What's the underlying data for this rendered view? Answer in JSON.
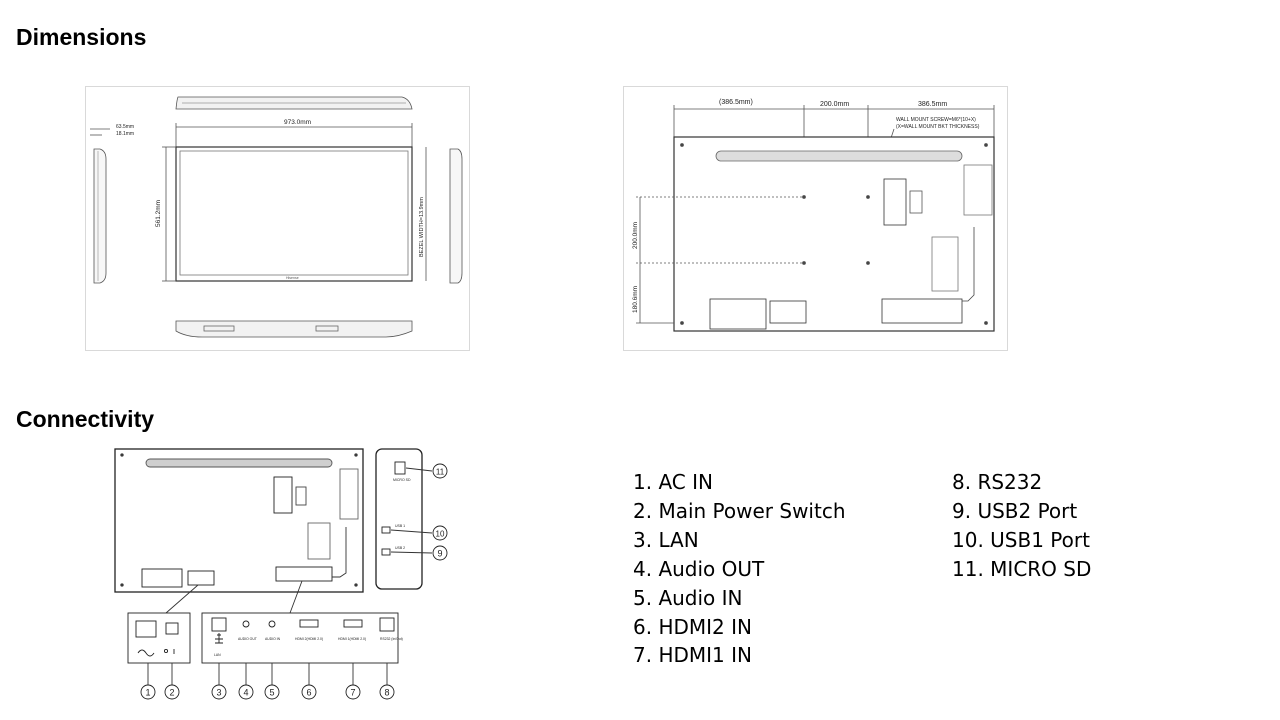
{
  "headings": {
    "dimensions": "Dimensions",
    "connectivity": "Connectivity"
  },
  "front_drawing": {
    "width_label": "973.0mm",
    "height_label": "561.2mm",
    "depth_label_1": "63.5mm",
    "depth_label_2": "18.1mm",
    "bezel_label": "BEZEL WIDTH=13.9mm",
    "logo_text": "Hisense"
  },
  "rear_drawing": {
    "dim_left": "(386.5mm)",
    "dim_mid": "200.0mm",
    "dim_right": "386.5mm",
    "vert_upper": "200.0mm",
    "vert_lower": "180.6mm",
    "note_line_1": "WALL MOUNT SCREW=M6*(10+X)",
    "note_line_2": "(X=WALL MOUNT BKT THICKNESS)"
  },
  "port_panel": {
    "lan": "LAN",
    "audio_out": "AUDIO OUT",
    "audio_in": "AUDIO IN",
    "hdmi2": "HDMI 2(HDMI 2.0)",
    "hdmi1": "HDMI 1(HDMI 2.0)",
    "rs232": "RS232 (In/Out)",
    "side_sd": "MICRO SD",
    "side_usb1": "USB 1",
    "side_usb2": "USB 2"
  },
  "callouts": [
    "1",
    "2",
    "3",
    "4",
    "5",
    "6",
    "7",
    "8",
    "9",
    "10",
    "11"
  ],
  "legend": {
    "left": [
      "1. AC IN",
      "2. Main Power Switch",
      "3. LAN",
      "4. Audio OUT",
      "5. Audio IN",
      "6. HDMI2 IN",
      "7. HDMI1 IN"
    ],
    "right": [
      "8. RS232",
      "9. USB2 Port",
      "10. USB1 Port",
      "11. MICRO SD"
    ]
  }
}
